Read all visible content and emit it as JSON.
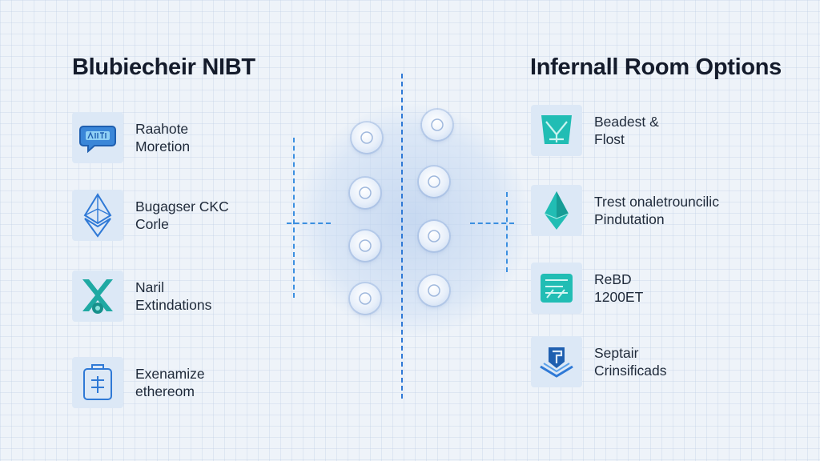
{
  "left_panel": {
    "title": "Blubiecheir NIBT",
    "items": [
      {
        "line1": "Raahote",
        "line2": "Moretion",
        "icon": "chat-bubble-icon"
      },
      {
        "line1": "Bugagser CKC",
        "line2": "Corle",
        "icon": "ethereum-diamond-icon"
      },
      {
        "line1": "Naril",
        "line2": "Extindations",
        "icon": "x-shield-icon"
      },
      {
        "line1": "Exenamize",
        "line2": "ethereom",
        "icon": "clipboard-icon"
      }
    ]
  },
  "right_panel": {
    "title": "Infernall Room Options",
    "items": [
      {
        "line1": "Beadest &",
        "line2": "Flost",
        "icon": "teal-crest-icon"
      },
      {
        "line1": "Trest onaletrouncilic",
        "line2": "Pindutation",
        "icon": "teal-diamond-icon"
      },
      {
        "line1": "ReBD",
        "line2": "1200ET",
        "icon": "teal-card-icon"
      },
      {
        "line1": "Septair",
        "line2": "Crinsificads",
        "icon": "layered-shield-icon"
      }
    ]
  },
  "colors": {
    "background": "#eef3f9",
    "tile": "#dce8f6",
    "accent_blue": "#2f79d6",
    "accent_teal": "#1fb3ad"
  }
}
